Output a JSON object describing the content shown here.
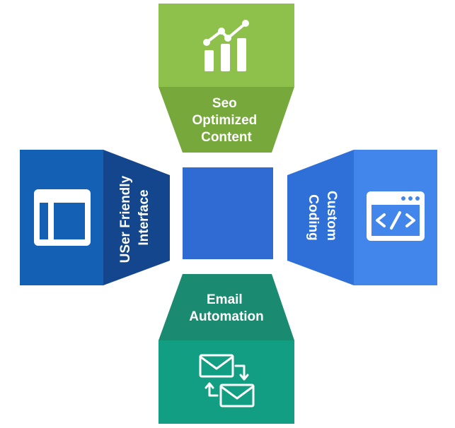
{
  "colors": {
    "top_block": "#8DC14B",
    "top_trapezoid": "#76A83C",
    "left_block": "#1460B4",
    "left_trapezoid": "#14468D",
    "right_block": "#4386EB",
    "right_trapezoid": "#2F6FD8",
    "bottom_block": "#129E82",
    "bottom_trapezoid": "#1A8A70",
    "center_square": "#2F6BD3"
  },
  "panels": {
    "top": {
      "label_lines": [
        "Seo",
        "Optimized",
        "Content"
      ],
      "icon": "bar-chart-growth-icon"
    },
    "left": {
      "label_lines": [
        "USer Friendly",
        "Interface"
      ],
      "icon": "layout-template-icon"
    },
    "right": {
      "label_lines": [
        "Custom",
        "Coding"
      ],
      "icon": "code-window-icon"
    },
    "bottom": {
      "label_lines": [
        "Email",
        "Automation"
      ],
      "icon": "email-exchange-icon"
    }
  }
}
